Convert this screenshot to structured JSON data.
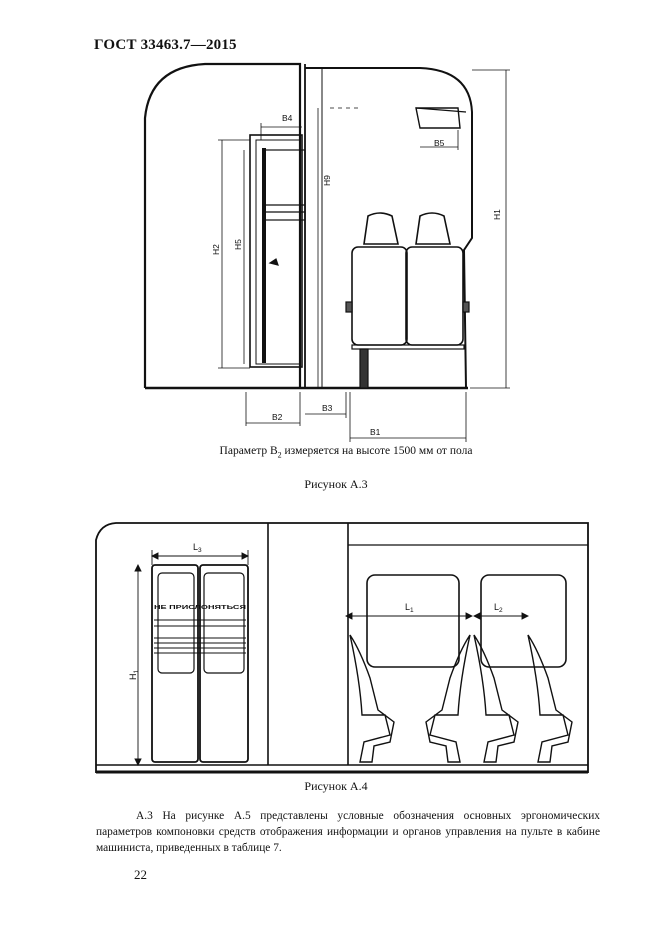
{
  "header": {
    "doc_number": "ГОСТ 33463.7—2015"
  },
  "figure_a3": {
    "labels": {
      "b4": "B4",
      "b5": "B5",
      "h9": "H9",
      "h1": "H1",
      "h2": "H2",
      "h5": "H5",
      "b2": "B2",
      "b3": "B3",
      "b1": "B1"
    },
    "note_pre": "Параметр B",
    "note_sub": "2",
    "note_post": " измеряется на высоте 1500 мм от пола",
    "caption": "Рисунок А.3"
  },
  "figure_a4": {
    "labels": {
      "l3": "L",
      "l3_sub": "3",
      "l1": "L",
      "l1_sub": "1",
      "l2": "L",
      "l2_sub": "2",
      "h1": "H",
      "h1_sub": "1"
    },
    "door_sign": "НЕ ПРИСЛОНЯТЬСЯ",
    "caption": "Рисунок А.4"
  },
  "paragraph": {
    "line1": "А.3 На рисунке А.5 представлены условные обозначения основных эргономических параметров компоновки средств отображения информации и органов управления на пульте в кабине машиниста, приведенных в таблице 7."
  },
  "page_number": "22"
}
